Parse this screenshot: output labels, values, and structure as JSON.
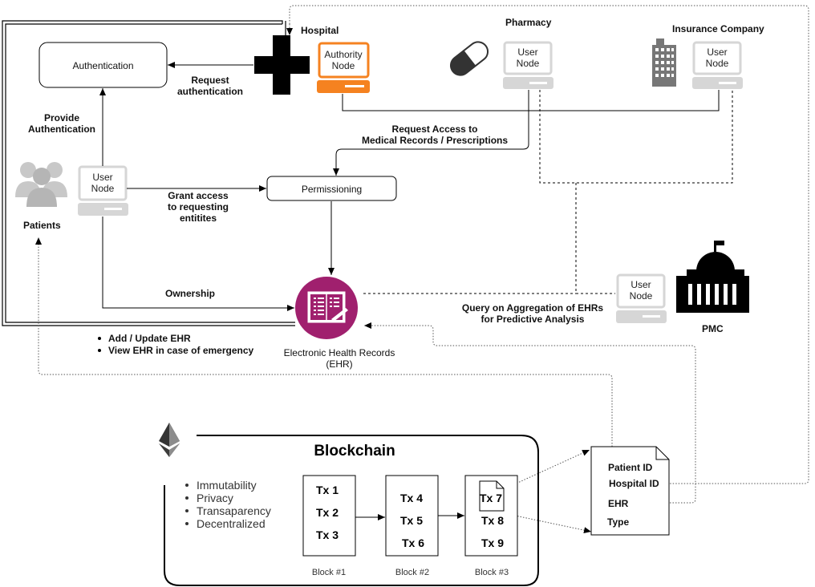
{
  "entities": {
    "hospital": "Hospital",
    "pharmacy": "Pharmacy",
    "insurance": "Insurance Company",
    "patients": "Patients",
    "pmc": "PMC"
  },
  "nodes": {
    "authority_line1": "Authority",
    "authority_line2": "Node",
    "user_line1": "User",
    "user_line2": "Node"
  },
  "boxes": {
    "authentication": "Authentication",
    "permissioning": "Permissioning"
  },
  "edge_labels": {
    "request_auth_1": "Request",
    "request_auth_2": "authentication",
    "provide_auth_1": "Provide",
    "provide_auth_2": "Authentication",
    "request_access_1": "Request Access to",
    "request_access_2": "Medical Records / Prescriptions",
    "grant_1": "Grant access",
    "grant_2": "to requesting",
    "grant_3": "entitites",
    "ownership": "Ownership",
    "query_1": "Query on Aggregation of EHRs",
    "query_2": "for Predictive Analysis"
  },
  "patient_actions": [
    "Add / Update EHR",
    "View EHR in case of emergency"
  ],
  "ehr": {
    "line1": "Electronic Health Records",
    "line2": "(EHR)"
  },
  "blockchain": {
    "title": "Blockchain",
    "properties": [
      "Immutability",
      "Privacy",
      "Transaparency",
      "Decentralized"
    ],
    "blocks": [
      {
        "label": "Block #1",
        "txs": [
          "Tx 1",
          "Tx 2",
          "Tx 3"
        ]
      },
      {
        "label": "Block #2",
        "txs": [
          "Tx 4",
          "Tx 5",
          "Tx 6"
        ]
      },
      {
        "label": "Block #3",
        "txs": [
          "Tx 7",
          "Tx 8",
          "Tx 9"
        ]
      }
    ]
  },
  "record_fields": [
    "Patient ID",
    "Hospital ID",
    "EHR",
    "Type"
  ],
  "colors": {
    "authority_node": "#f58220",
    "ehr_circle": "#a0206e",
    "node_gray": "#e0e0e0",
    "icon_dark": "#000000",
    "building_gray": "#777777"
  }
}
